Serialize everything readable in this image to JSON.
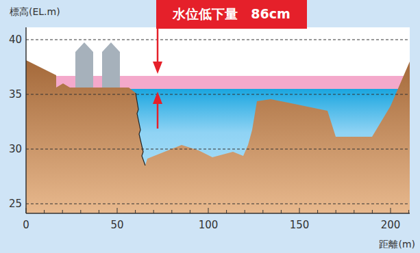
{
  "diagram": {
    "nodes": [
      {
        "text": [
          "水位低下量　86cm"
        ]
      }
    ],
    "labels": [
      "標高(EL.m)",
      "40",
      "35",
      "30",
      "25",
      "0",
      "50",
      "100",
      "150",
      "200",
      "距離(m)"
    ]
  }
}
